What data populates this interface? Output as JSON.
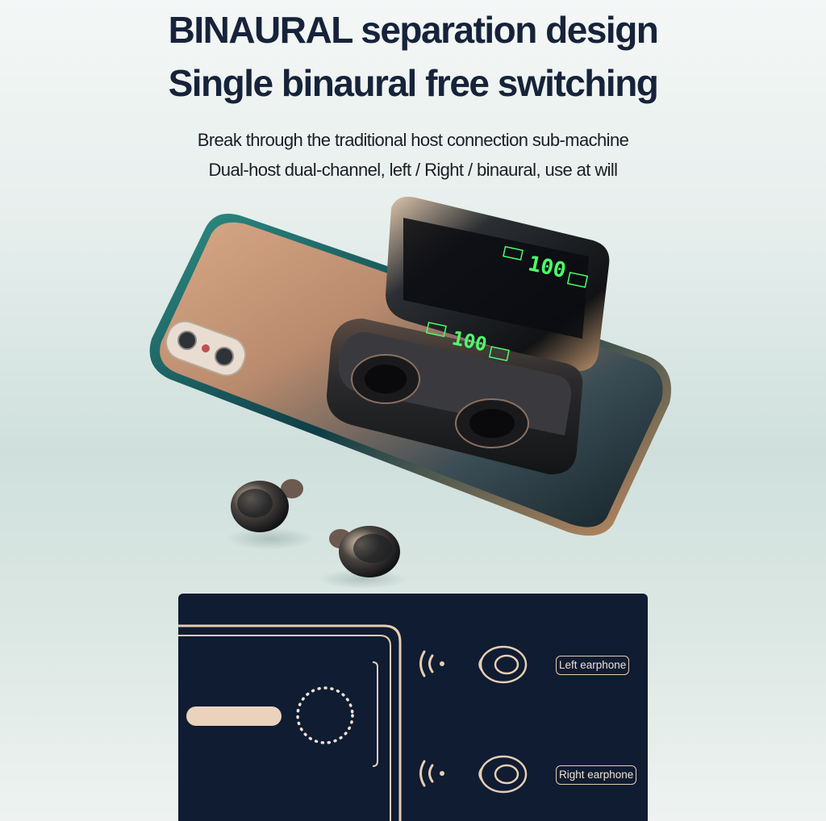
{
  "headline": {
    "line1": "BINAURAL separation design",
    "line2": "Single binaural free switching"
  },
  "subheadline": {
    "line1": "Break through the traditional host connection sub-machine",
    "line2": "Dual-host dual-channel, left / Right / binaural, use at will"
  },
  "display": {
    "lid_reading": "100",
    "case_reading": "100"
  },
  "diagram": {
    "left_label": "Left earphone",
    "right_label": "Right earphone"
  },
  "colors": {
    "text_dark": "#16233a",
    "panel_bg": "#0f1c32",
    "accent_gold": "#e7cdb3",
    "lcd_green": "#4cff6a"
  },
  "icons": [
    "phone-icon",
    "signal-waves-icon",
    "earphone-icon",
    "battery-icon"
  ]
}
